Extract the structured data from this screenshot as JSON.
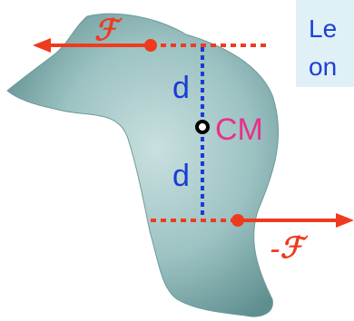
{
  "diagram": {
    "callout": {
      "line1": "Le",
      "line2": "on"
    },
    "labels": {
      "force_top": "ℱ",
      "force_bottom": "-ℱ",
      "distance_top": "d",
      "distance_bottom": "d",
      "center_of_mass": "CM"
    },
    "colors": {
      "force": "#f03a1e",
      "distance_line": "#1b3bd6",
      "cm_label": "#e8308a",
      "body_fill": "#8fb8b8"
    }
  }
}
